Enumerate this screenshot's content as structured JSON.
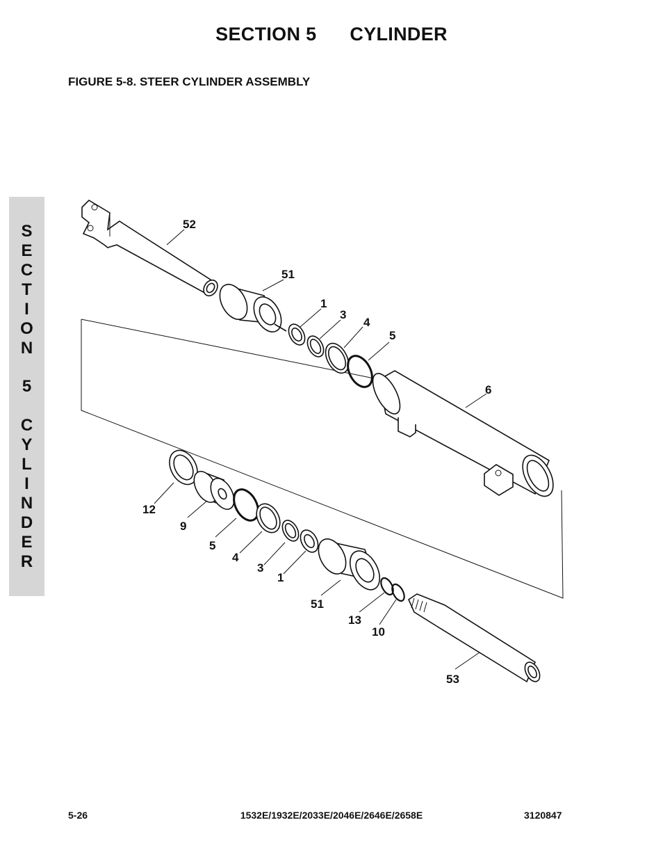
{
  "header": {
    "section": "SECTION 5",
    "title": "CYLINDER"
  },
  "figure": {
    "title": "FIGURE 5-8.  STEER CYLINDER ASSEMBLY"
  },
  "side_tab": {
    "letters": [
      "S",
      "E",
      "C",
      "T",
      "I",
      "O",
      "N",
      "5",
      "C",
      "Y",
      "L",
      "I",
      "N",
      "D",
      "E",
      "R"
    ]
  },
  "callouts": [
    "52",
    "51",
    "1",
    "3",
    "4",
    "5",
    "6",
    "12",
    "9",
    "5",
    "4",
    "3",
    "1",
    "51",
    "13",
    "10",
    "53"
  ],
  "footer": {
    "page": "5-26",
    "models": "1532E/1932E/2033E/2046E/2646E/2658E",
    "doc_number": "3120847"
  }
}
